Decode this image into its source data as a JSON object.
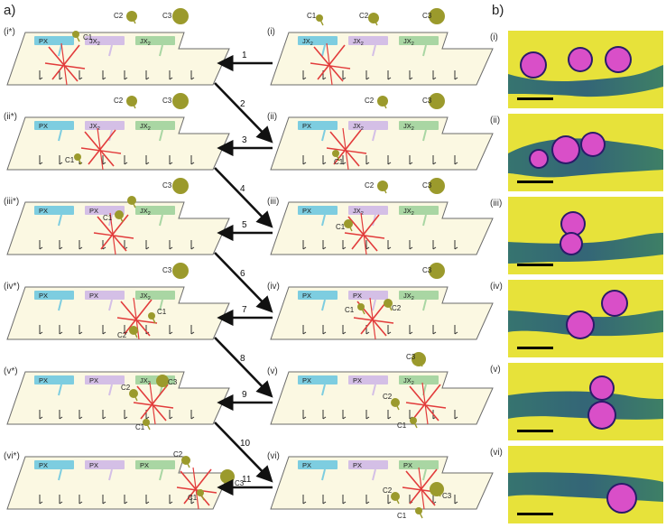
{
  "panel_labels": {
    "a": "a)",
    "b": "b)"
  },
  "left_stages": [
    "(i*)",
    "(ii*)",
    "(iii*)",
    "(iv*)",
    "(v*)",
    "(vi*)"
  ],
  "right_stages": [
    "(i)",
    "(ii)",
    "(iii)",
    "(iv)",
    "(v)",
    "(vi)"
  ],
  "micro_labels": [
    "(i)",
    "(ii)",
    "(iii)",
    "(iv)",
    "(v)",
    "(vi)"
  ],
  "steps": [
    "1",
    "2",
    "3",
    "4",
    "5",
    "6",
    "7",
    "8",
    "9",
    "10",
    "11"
  ],
  "cargo_labels": {
    "c1": "C1",
    "c2": "C2",
    "c3": "C3"
  },
  "strand_base": {
    "px": "PX",
    "jx": "JX"
  },
  "jx_subscript": "2",
  "left_tags": [
    [
      "px",
      "jx",
      "jx"
    ],
    [
      "px",
      "jx",
      "jx"
    ],
    [
      "px",
      "px",
      "jx"
    ],
    [
      "px",
      "px",
      "jx"
    ],
    [
      "px",
      "px",
      "jx"
    ],
    [
      "px",
      "px",
      "px"
    ]
  ],
  "right_tags": [
    [
      "jx",
      "jx",
      "jx"
    ],
    [
      "px",
      "jx",
      "jx"
    ],
    [
      "px",
      "jx",
      "jx"
    ],
    [
      "px",
      "px",
      "jx"
    ],
    [
      "px",
      "px",
      "jx"
    ],
    [
      "px",
      "px",
      "px"
    ]
  ],
  "micro_blobs": [
    [
      3,
      "row"
    ],
    [
      3,
      "cluster"
    ],
    [
      2,
      "stack"
    ],
    [
      2,
      "diag"
    ],
    [
      2,
      "vstack"
    ],
    [
      1,
      "single"
    ]
  ],
  "colors": {
    "platform_fill": "#fbf8e2",
    "platform_stroke": "#6b6b6b",
    "px_tag": "#7dcde0",
    "jx_mid_tag": "#d4bfe6",
    "jx_right_tag": "#a9d6a3",
    "walker": "#e23b3b",
    "cargo": "#9b9a2c",
    "micro_bg": "#e7e23a",
    "micro_band": "#3a7a6a",
    "micro_blob": "#d94fc8",
    "micro_blob_edge": "#2a1a6a",
    "arrow": "#111111"
  }
}
